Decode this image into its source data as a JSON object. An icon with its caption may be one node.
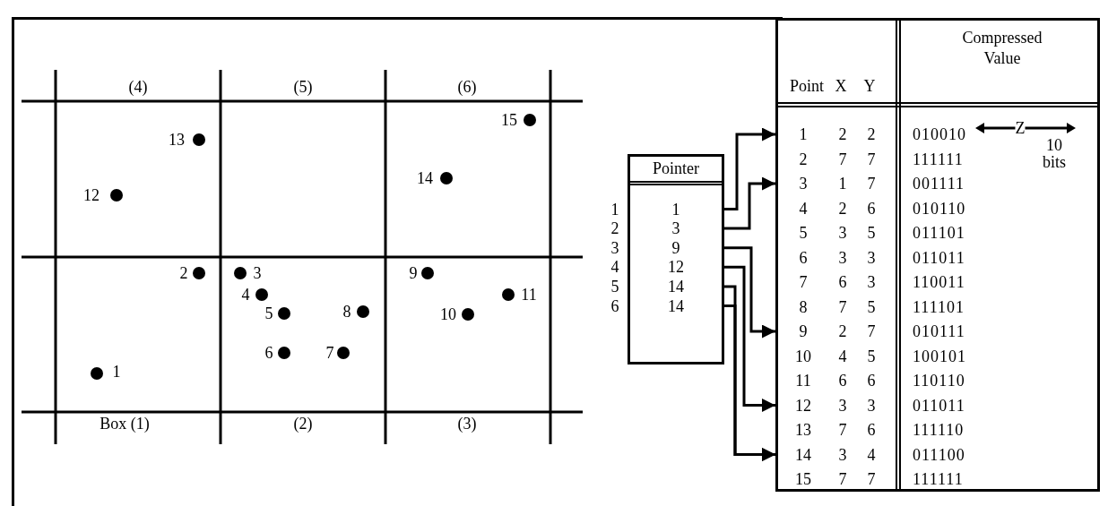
{
  "diagram": {
    "nodes": [
      {
        "text": [
          "Pointer"
        ]
      },
      {
        "text": [
          "1"
        ],
        "in": 0,
        "beside": [
          "1"
        ]
      },
      {
        "text": [
          "3"
        ],
        "in": 0,
        "beside": [
          "2"
        ]
      },
      {
        "text": [
          "9"
        ],
        "in": 0,
        "beside": [
          "3"
        ]
      },
      {
        "text": [
          "12"
        ],
        "in": 0,
        "beside": [
          "4"
        ]
      },
      {
        "text": [
          "14"
        ],
        "in": 0,
        "beside": [
          "5"
        ]
      },
      {
        "text": [
          "14"
        ],
        "in": 0,
        "beside": [
          "6"
        ]
      },
      {
        "text": [
          "Point",
          "X",
          "Y",
          "Compressed Value"
        ]
      },
      {
        "text": [
          "1",
          "2",
          "2",
          "010010"
        ],
        "in": 7
      },
      {
        "text": [
          "2",
          "7",
          "7",
          "111111"
        ],
        "in": 7
      },
      {
        "text": [
          "3",
          "1",
          "7",
          "001111"
        ],
        "in": 7
      },
      {
        "text": [
          "4",
          "2",
          "6",
          "010110"
        ],
        "in": 7
      },
      {
        "text": [
          "5",
          "3",
          "5",
          "011101"
        ],
        "in": 7
      },
      {
        "text": [
          "6",
          "3",
          "3",
          "011011"
        ],
        "in": 7
      },
      {
        "text": [
          "7",
          "6",
          "3",
          "110011"
        ],
        "in": 7
      },
      {
        "text": [
          "8",
          "7",
          "5",
          "111101"
        ],
        "in": 7
      },
      {
        "text": [
          "9",
          "2",
          "7",
          "010111"
        ],
        "in": 7
      },
      {
        "text": [
          "10",
          "4",
          "5",
          "100101"
        ],
        "in": 7
      },
      {
        "text": [
          "11",
          "6",
          "6",
          "110110"
        ],
        "in": 7
      },
      {
        "text": [
          "12",
          "3",
          "3",
          "011011"
        ],
        "in": 7
      },
      {
        "text": [
          "13",
          "7",
          "6",
          "111110"
        ],
        "in": 7
      },
      {
        "text": [
          "14",
          "3",
          "4",
          "011100"
        ],
        "in": 7
      },
      {
        "text": [
          "15",
          "7",
          "7",
          "111111"
        ],
        "in": 7
      }
    ],
    "edges": [
      {
        "from": 1,
        "to": 8,
        "arrow": "to"
      },
      {
        "from": 2,
        "to": 10,
        "arrow": "to"
      },
      {
        "from": 3,
        "to": 16,
        "arrow": "to"
      },
      {
        "from": 4,
        "to": 19,
        "arrow": "to"
      },
      {
        "from": 5,
        "to": 21,
        "arrow": "to"
      },
      {
        "from": 6,
        "to": 21,
        "arrow": "to"
      }
    ],
    "labels": [
      "(4)",
      "(5)",
      "(6)",
      "15",
      "13",
      "14",
      "12",
      "2",
      "3",
      "9",
      "4",
      "11",
      "5",
      "8",
      "10",
      "6",
      "7",
      "1",
      "Box (1)",
      "(2)",
      "(3)",
      "Z",
      "10 bits"
    ]
  }
}
